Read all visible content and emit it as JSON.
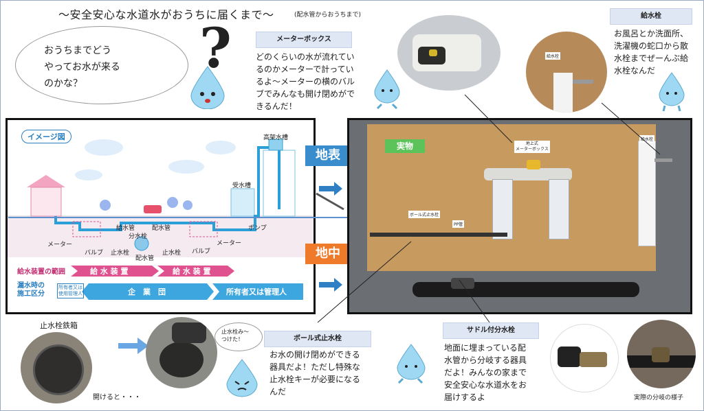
{
  "title": "～安全安心な水道水がおうちに届くまで～",
  "subtitle": "(配水管からおうちまで)",
  "question": "おうちまでどう\nやってお水が来る\nのかな？",
  "meter_box": {
    "label": "メーターボックス",
    "desc": "どのくらいの水が流れてい\nるのかメーターで計ってい\nるよ～メーターの横のバル\nブでみんなも開け閉めがで\nきるんだ！"
  },
  "faucet": {
    "label": "給水栓",
    "desc": "お風呂とか洗面所、\n洗濯機の蛇口から散\n水栓までぜーんぶ給\n水栓なんだ"
  },
  "diagram": {
    "title": "イメージ図",
    "labels": {
      "tank_high": "高架水槽",
      "tank_recv": "受水槽",
      "pump": "ポンプ",
      "meter1": "メーター",
      "meter2": "メーター",
      "valve1": "バルブ",
      "valve2": "バルブ",
      "water_pipe": "給水管",
      "branch_valve": "分水栓",
      "distribution_pipe": "配水管",
      "stop_valve1": "止水栓",
      "stop_valve2": "止水栓",
      "main_pipe": "配水管"
    },
    "row1_label": "給水装置の範囲",
    "row1_seg1": "給 水 装 置",
    "row1_seg2": "給 水 装 置",
    "row2_label": "漏水時の\n施工区分",
    "row2_sub": "所有者又は\n使用管理人",
    "row2_seg1": "企　業　団",
    "row2_seg2": "所有者又は管理人"
  },
  "surface_tag": "地表",
  "underground_tag": "地中",
  "actual_label": "実物",
  "actual_sub": {
    "meter": "地上式\nメーターボックス",
    "faucet": "給水栓",
    "ball_valve": "ボール式止水栓",
    "pp": "PP管"
  },
  "stop_box": {
    "label": "止水栓鉄箱",
    "open_text": "開けると・・・",
    "found": "止水栓み～\nつけた！"
  },
  "ball_valve": {
    "label": "ボール式止水栓",
    "desc": "お水の開け閉めができる\n器具だよ！ただし特殊な\n止水栓キーが必要になる\nんだ"
  },
  "saddle": {
    "label": "サドル付分水栓",
    "desc": "地面に埋まっている配\n水管から分岐する器具\nだよ！みんなの家まで\n安全安心な水道水をお\n届けするよ",
    "caption": "実際の分岐の様子"
  },
  "colors": {
    "water": "#2a9fd8",
    "surface_tag": "#3a8dcc",
    "underground_tag": "#ef7a2a",
    "pink": "#e0528f",
    "blue_band": "#3ea6df"
  }
}
